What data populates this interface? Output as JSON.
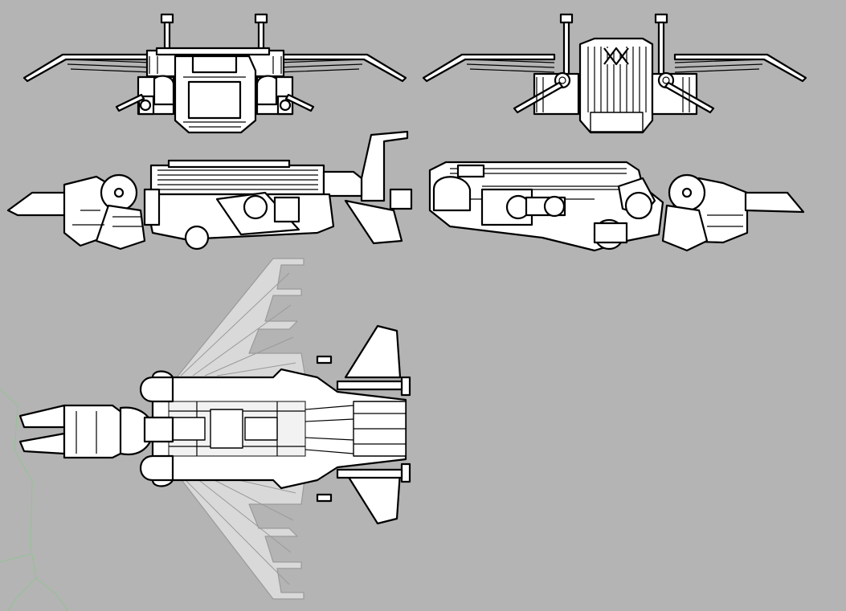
{
  "sheet": {
    "background": "#b4b4b4",
    "line_color": "#000000",
    "fill_color": "#ffffff",
    "ghost_color": "#d9d9d9",
    "guide_color": "#93c293"
  },
  "views": [
    {
      "id": "front-view"
    },
    {
      "id": "rear-view"
    },
    {
      "id": "left-side-view"
    },
    {
      "id": "right-side-view"
    },
    {
      "id": "top-view"
    }
  ]
}
